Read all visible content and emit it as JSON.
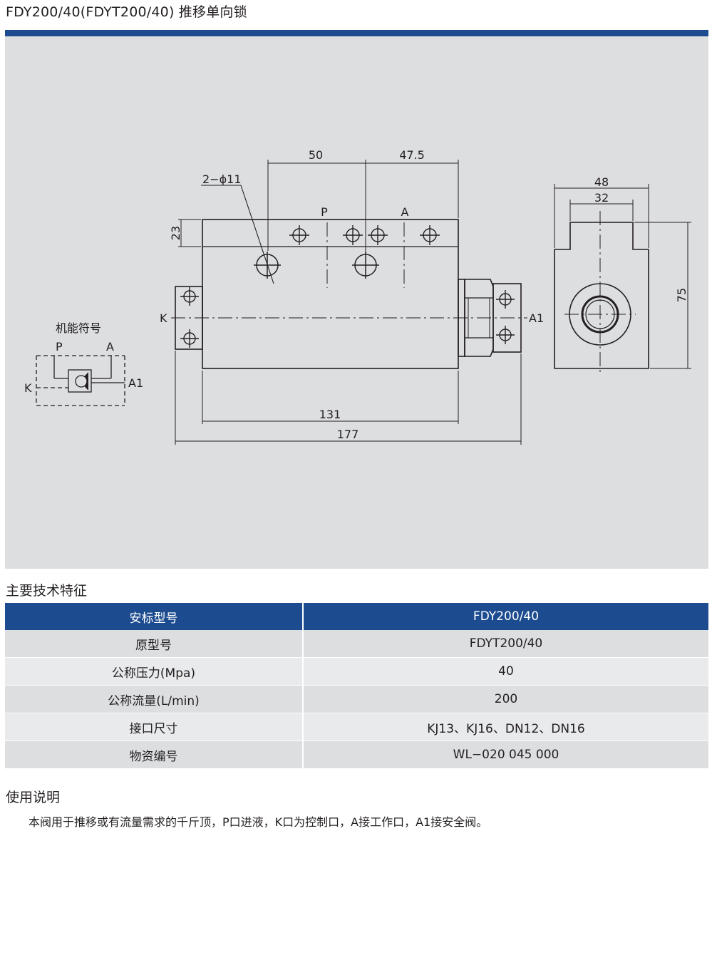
{
  "page_title": "FDY200/40(FDYT200/40) 推移单向锁",
  "drawing": {
    "dims": {
      "d50": "50",
      "d47_5": "47.5",
      "holes": "2−ϕ11",
      "d23": "23",
      "d131": "131",
      "d177": "177",
      "d48": "48",
      "d32": "32",
      "d75": "75"
    },
    "ports": {
      "p": "P",
      "a": "A",
      "k": "K",
      "a1": "A1"
    },
    "symbol": {
      "title": "机能符号",
      "p": "P",
      "a": "A",
      "k": "K",
      "a1": "A1"
    }
  },
  "specs": {
    "title": "主要技术特征",
    "rows": [
      {
        "label": "安标型号",
        "value": "FDY200/40"
      },
      {
        "label": "原型号",
        "value": "FDYT200/40"
      },
      {
        "label": "公称压力(Mpa)",
        "value": "40"
      },
      {
        "label": "公称流量(L/min)",
        "value": "200"
      },
      {
        "label": "接口尺寸",
        "value": "KJ13、KJ16、DN12、DN16"
      },
      {
        "label": "物资编号",
        "value": "WL−020 045 000"
      }
    ]
  },
  "usage": {
    "title": "使用说明",
    "text": "本阀用于推移或有流量需求的千斤顶，P口进液，K口为控制口，A接工作口，A1接安全阀。"
  },
  "colors": {
    "accent": "#1c4b8f",
    "panel": "#dcdee0"
  }
}
